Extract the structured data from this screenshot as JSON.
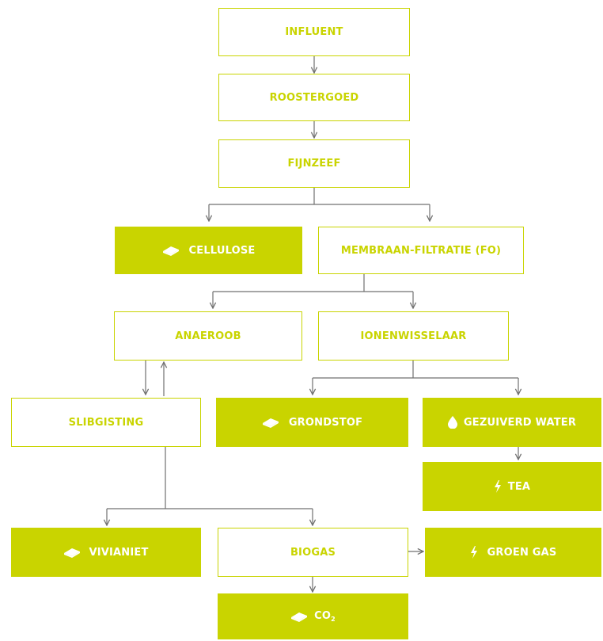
{
  "colors": {
    "accent": "#c9d400",
    "connector": "#707070",
    "text_on_accent": "#ffffff"
  },
  "nodes": {
    "influent": "INFLUENT",
    "roostergoed": "ROOSTERGOED",
    "fijnzeef": "FIJNZEEF",
    "cellulose": {
      "label": "CELLULOSE",
      "icon": "brick-icon"
    },
    "membraan": "MEMBRAAN-FILTRATIE (FO)",
    "anaeroob": "ANAEROOB",
    "ionenwisselaar": "IONENWISSELAAR",
    "slibgisting": "SLIBGISTING",
    "grondstof": {
      "label": "GRONDSTOF",
      "icon": "brick-icon"
    },
    "gezuiverd_water": {
      "label": "GEZUIVERD WATER",
      "icon": "water-drop-icon"
    },
    "tea": {
      "label": "TEA",
      "icon": "lightning-icon"
    },
    "vivianiet": {
      "label": "VIVIANIET",
      "icon": "brick-icon"
    },
    "biogas": "BIOGAS",
    "groen_gas": {
      "label": "GROEN GAS",
      "icon": "lightning-icon"
    },
    "co2": {
      "label": "CO",
      "subscript": "2",
      "icon": "brick-icon"
    }
  }
}
